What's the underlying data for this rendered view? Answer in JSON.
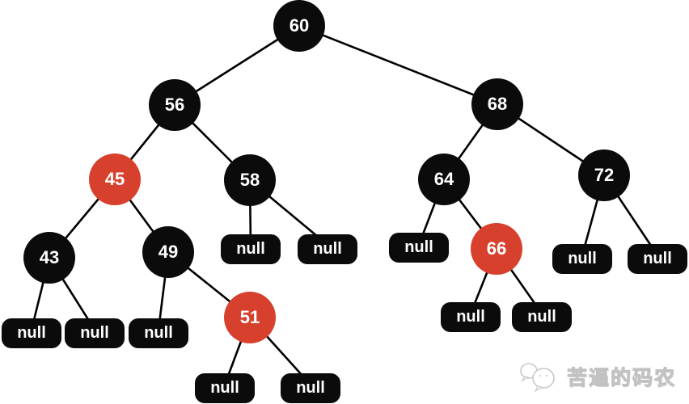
{
  "tree": {
    "null_label": "null",
    "nodes": [
      {
        "label": "60",
        "color": "black"
      },
      {
        "label": "56",
        "color": "black"
      },
      {
        "label": "68",
        "color": "black"
      },
      {
        "label": "45",
        "color": "red"
      },
      {
        "label": "58",
        "color": "black"
      },
      {
        "label": "64",
        "color": "black"
      },
      {
        "label": "72",
        "color": "black"
      },
      {
        "label": "43",
        "color": "black"
      },
      {
        "label": "49",
        "color": "black"
      },
      {
        "label": "66",
        "color": "red"
      },
      {
        "label": "51",
        "color": "red"
      }
    ],
    "structure": {
      "value": 60,
      "color": "black",
      "left": {
        "value": 56,
        "color": "black",
        "left": {
          "value": 45,
          "color": "red",
          "left": {
            "value": 43,
            "color": "black",
            "left": "null",
            "right": "null"
          },
          "right": {
            "value": 49,
            "color": "black",
            "left": "null",
            "right": {
              "value": 51,
              "color": "red",
              "left": "null",
              "right": "null"
            }
          }
        },
        "right": {
          "value": 58,
          "color": "black",
          "left": "null",
          "right": "null"
        }
      },
      "right": {
        "value": 68,
        "color": "black",
        "left": {
          "value": 64,
          "color": "black",
          "left": "null",
          "right": {
            "value": 66,
            "color": "red",
            "left": "null",
            "right": "null"
          }
        },
        "right": {
          "value": 72,
          "color": "black",
          "left": "null",
          "right": "null"
        }
      }
    }
  },
  "colors": {
    "node_black": "#0b0b0b",
    "node_red": "#d8402e",
    "edge": "#000000",
    "node_text": "#ffffff",
    "watermark": "#c2c2c2"
  },
  "watermark": {
    "text": "苦逼的码农",
    "icon": "wechat-icon"
  }
}
